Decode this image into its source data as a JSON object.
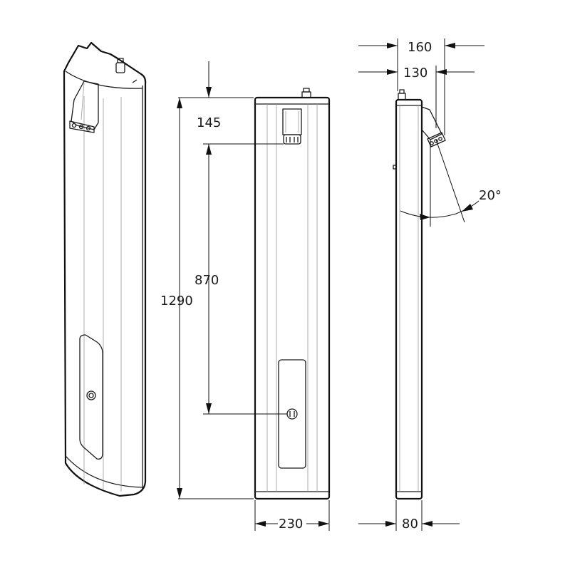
{
  "diagram": {
    "dimensions": {
      "top_offset": "145",
      "mid_height": "870",
      "total_height": "1290",
      "width": "230",
      "depth": "80",
      "outer_projection": "160",
      "inner_projection": "130",
      "angle": "20°"
    }
  }
}
